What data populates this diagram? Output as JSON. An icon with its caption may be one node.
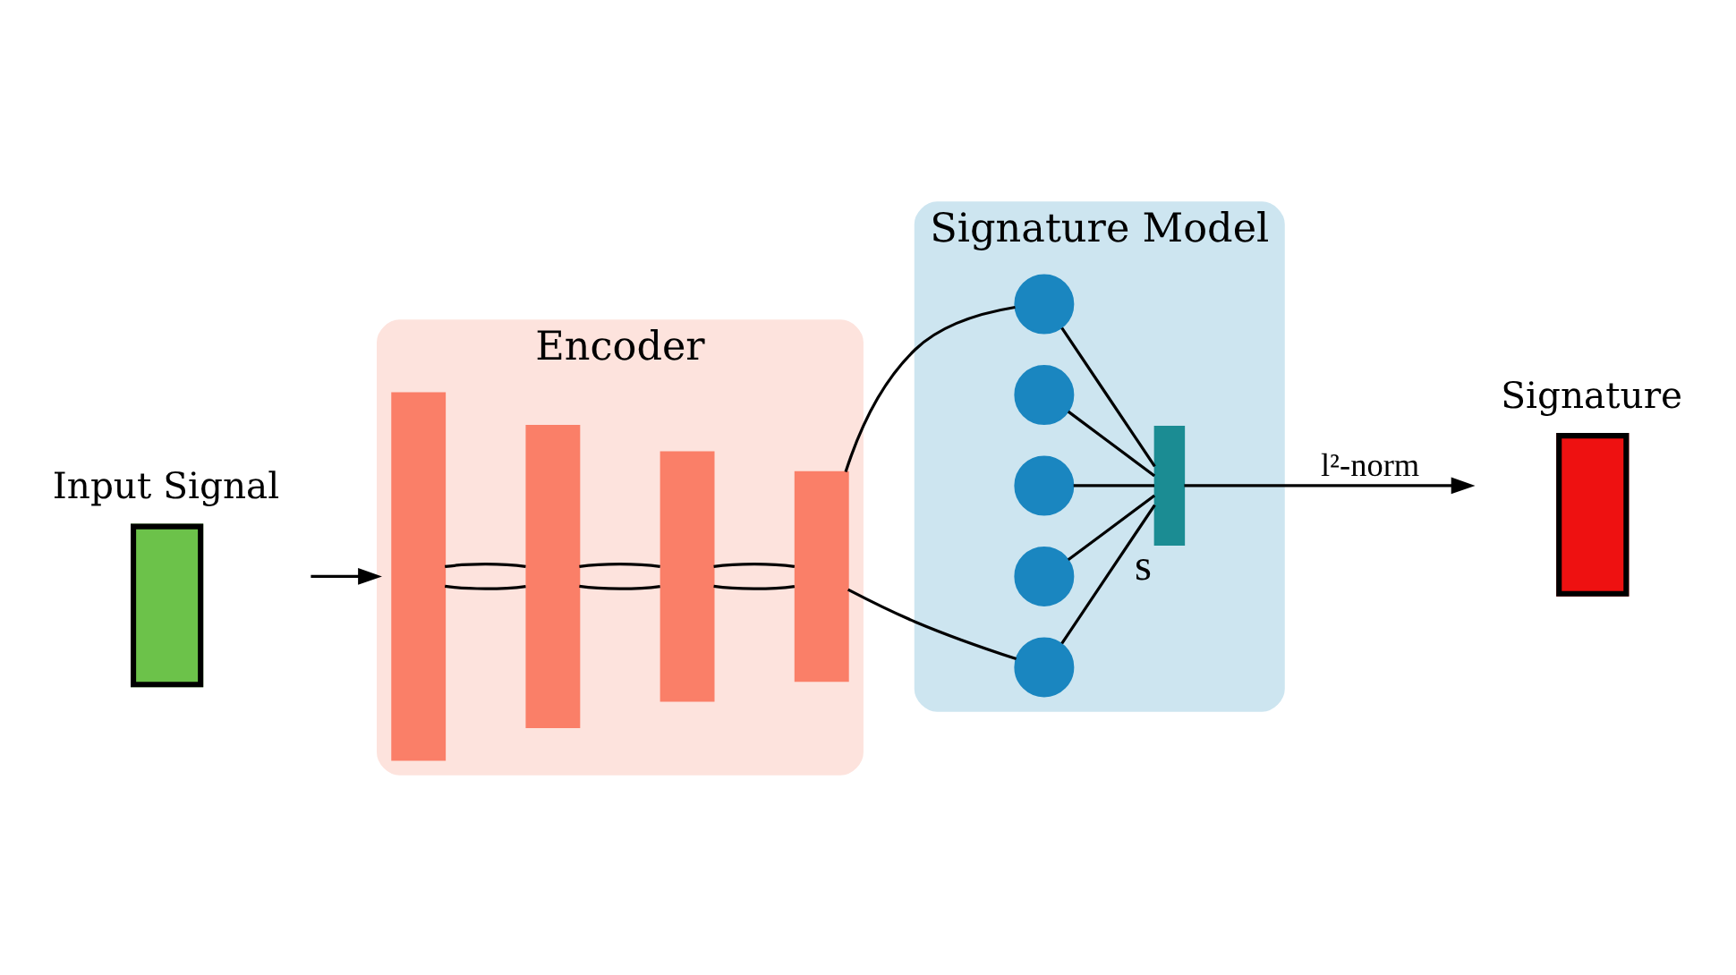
{
  "diagram": {
    "nodes": [
      {
        "text": [
          "Input Signal"
        ]
      },
      {
        "text": [
          "Encoder"
        ]
      },
      {
        "text": [],
        "shape": "bar",
        "in": 1
      },
      {
        "text": [],
        "shape": "bar",
        "in": 1
      },
      {
        "text": [],
        "shape": "bar",
        "in": 1
      },
      {
        "text": [],
        "shape": "bar",
        "in": 1
      },
      {
        "text": [
          "Signature Model"
        ]
      },
      {
        "text": [],
        "shape": "circle",
        "in": 6
      },
      {
        "text": [],
        "shape": "circle",
        "in": 6
      },
      {
        "text": [],
        "shape": "circle",
        "in": 6
      },
      {
        "text": [],
        "shape": "circle",
        "in": 6
      },
      {
        "text": [],
        "shape": "circle",
        "in": 6
      },
      {
        "text": [
          "s"
        ],
        "in": 6
      },
      {
        "text": [
          "Signature"
        ]
      }
    ],
    "edges": [
      {
        "from": 0,
        "to": 1,
        "arrow": "to"
      },
      {
        "from": 2,
        "to": 3,
        "arrow": "none"
      },
      {
        "from": 2,
        "to": 3,
        "arrow": "none"
      },
      {
        "from": 3,
        "to": 4,
        "arrow": "none"
      },
      {
        "from": 3,
        "to": 4,
        "arrow": "none"
      },
      {
        "from": 4,
        "to": 5,
        "arrow": "none"
      },
      {
        "from": 4,
        "to": 5,
        "arrow": "none"
      },
      {
        "from": 5,
        "to": 7,
        "arrow": "none"
      },
      {
        "from": 5,
        "to": 11,
        "arrow": "none"
      },
      {
        "from": 7,
        "to": 12,
        "arrow": "none"
      },
      {
        "from": 8,
        "to": 12,
        "arrow": "none"
      },
      {
        "from": 9,
        "to": 12,
        "arrow": "none"
      },
      {
        "from": 10,
        "to": 12,
        "arrow": "none"
      },
      {
        "from": 11,
        "to": 12,
        "arrow": "none"
      },
      {
        "from": 12,
        "to": 13,
        "arrow": "to",
        "label": "l²-norm"
      }
    ]
  }
}
